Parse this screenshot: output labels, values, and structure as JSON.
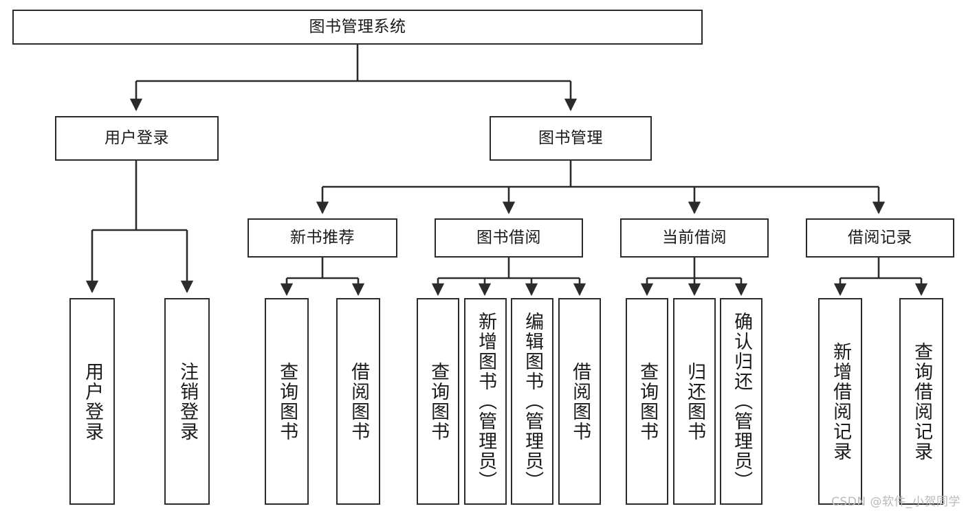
{
  "diagram": {
    "type": "hierarchy-tree",
    "title": "图书管理系统",
    "watermark": "CSDN @软件_小贺同学",
    "colors": {
      "box_border": "#2b2b2b",
      "box_fill": "#ffffff",
      "connector": "#2b2b2b",
      "text": "#1a1a1a",
      "watermark": "#b9b9b9"
    },
    "levels": {
      "root": "图书管理系统",
      "level2": [
        "用户登录",
        "图书管理"
      ],
      "level3": [
        "新书推荐",
        "图书借阅",
        "当前借阅",
        "借阅记录"
      ],
      "leaves": [
        "用户登录",
        "注销登录",
        "查询图书",
        "借阅图书",
        "查询图书",
        "新增图书（管理员）",
        "编辑图书（管理员）",
        "借阅图书",
        "查询图书",
        "归还图书",
        "确认归还（管理员）",
        "新增借阅记录",
        "查询借阅记录"
      ]
    },
    "nodes": {
      "root": {
        "label": "图书管理系统"
      },
      "user_login": {
        "label": "用户登录"
      },
      "book_manage": {
        "label": "图书管理"
      },
      "new_book_rec": {
        "label": "新书推荐"
      },
      "book_borrow": {
        "label": "图书借阅"
      },
      "current_borrow": {
        "label": "当前借阅"
      },
      "borrow_record": {
        "label": "借阅记录"
      },
      "leaf_user_login": {
        "label": "用户登录"
      },
      "leaf_logout": {
        "label": "注销登录"
      },
      "leaf_query_book_1": {
        "label": "查询图书"
      },
      "leaf_borrow_book_1": {
        "label": "借阅图书"
      },
      "leaf_query_book_2": {
        "label": "查询图书"
      },
      "leaf_add_book": {
        "label": "新增图书（管理员）"
      },
      "leaf_edit_book": {
        "label": "编辑图书（管理员）"
      },
      "leaf_borrow_book_2": {
        "label": "借阅图书"
      },
      "leaf_query_book_3": {
        "label": "查询图书"
      },
      "leaf_return_book": {
        "label": "归还图书"
      },
      "leaf_confirm_return": {
        "label": "确认归还（管理员）"
      },
      "leaf_add_record": {
        "label": "新增借阅记录"
      },
      "leaf_query_record": {
        "label": "查询借阅记录"
      }
    },
    "edges": [
      {
        "from": "root",
        "to": "user_login"
      },
      {
        "from": "root",
        "to": "book_manage"
      },
      {
        "from": "user_login",
        "to": "leaf_user_login"
      },
      {
        "from": "user_login",
        "to": "leaf_logout"
      },
      {
        "from": "book_manage",
        "to": "new_book_rec"
      },
      {
        "from": "book_manage",
        "to": "book_borrow"
      },
      {
        "from": "book_manage",
        "to": "current_borrow"
      },
      {
        "from": "book_manage",
        "to": "borrow_record"
      },
      {
        "from": "new_book_rec",
        "to": "leaf_query_book_1"
      },
      {
        "from": "new_book_rec",
        "to": "leaf_borrow_book_1"
      },
      {
        "from": "book_borrow",
        "to": "leaf_query_book_2"
      },
      {
        "from": "book_borrow",
        "to": "leaf_add_book"
      },
      {
        "from": "book_borrow",
        "to": "leaf_edit_book"
      },
      {
        "from": "book_borrow",
        "to": "leaf_borrow_book_2"
      },
      {
        "from": "current_borrow",
        "to": "leaf_query_book_3"
      },
      {
        "from": "current_borrow",
        "to": "leaf_return_book"
      },
      {
        "from": "current_borrow",
        "to": "leaf_confirm_return"
      },
      {
        "from": "borrow_record",
        "to": "leaf_add_record"
      },
      {
        "from": "borrow_record",
        "to": "leaf_query_record"
      }
    ]
  }
}
